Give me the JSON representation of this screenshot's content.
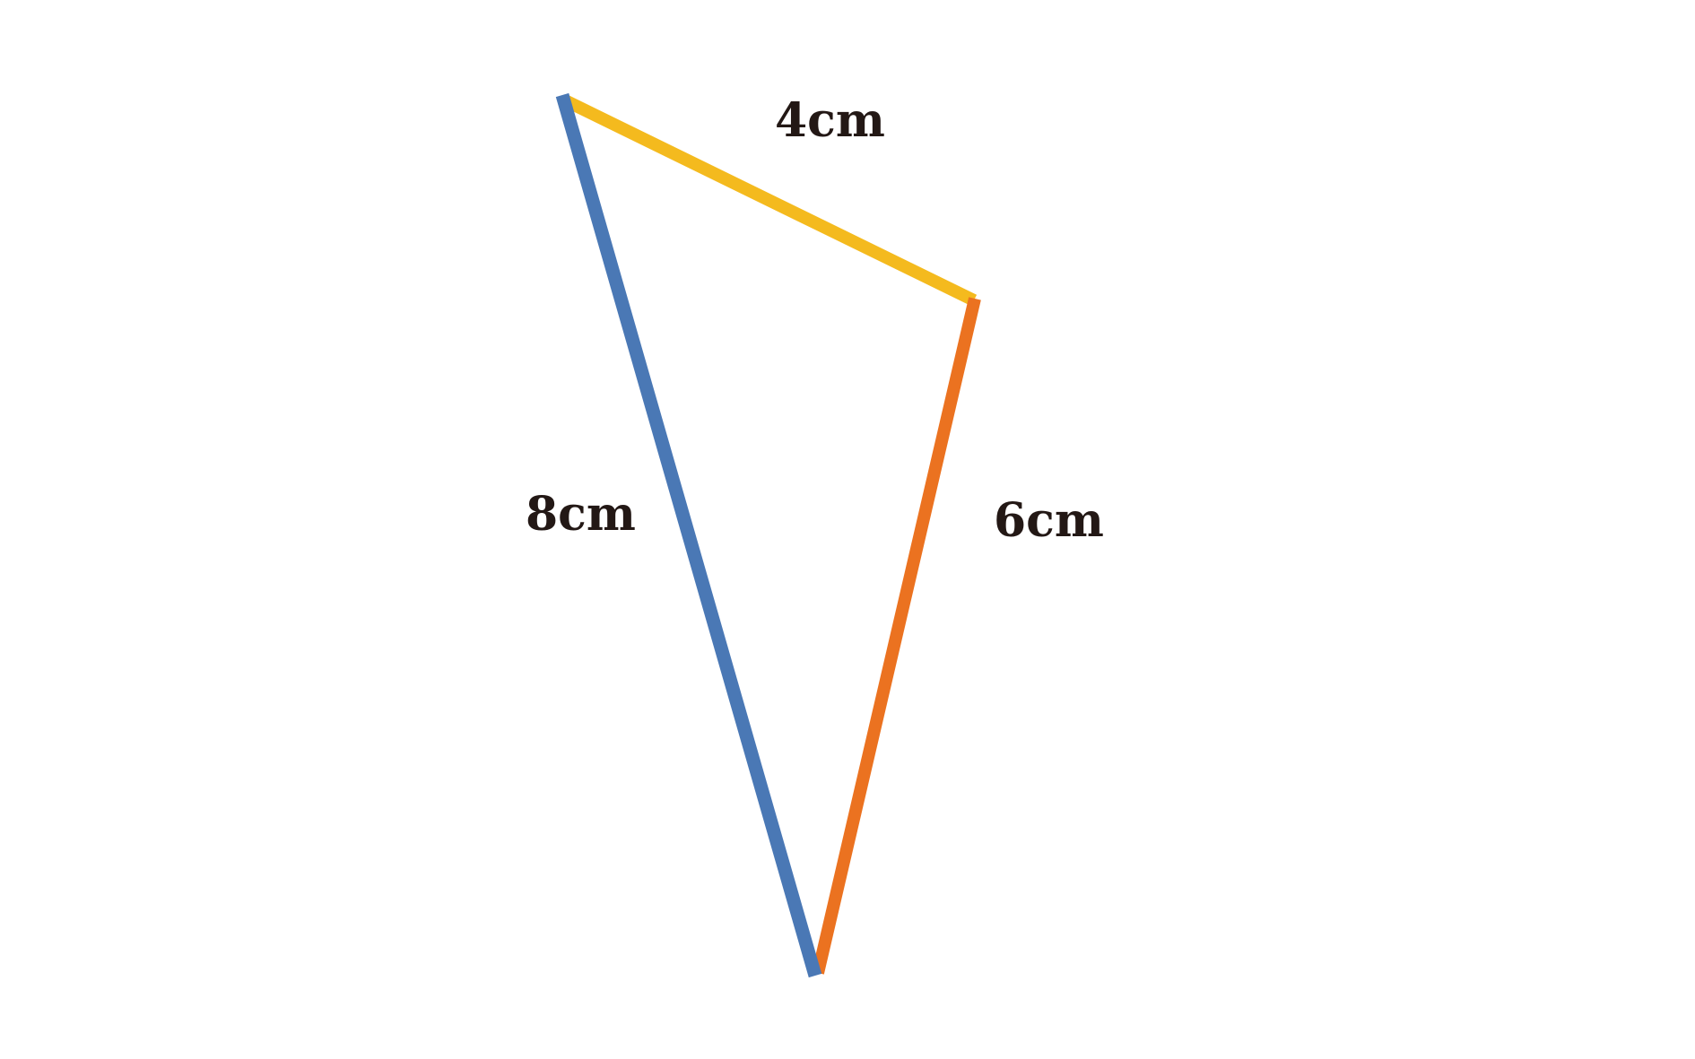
{
  "diagram": {
    "type": "triangle",
    "sides": [
      {
        "id": "top",
        "label": "4cm",
        "length_cm": 4,
        "color": "#F4BA1E"
      },
      {
        "id": "right",
        "label": "6cm",
        "length_cm": 6,
        "color": "#EB7220"
      },
      {
        "id": "left",
        "label": "8cm",
        "length_cm": 8,
        "color": "#4A78B5"
      }
    ],
    "label_color": "#231815"
  }
}
